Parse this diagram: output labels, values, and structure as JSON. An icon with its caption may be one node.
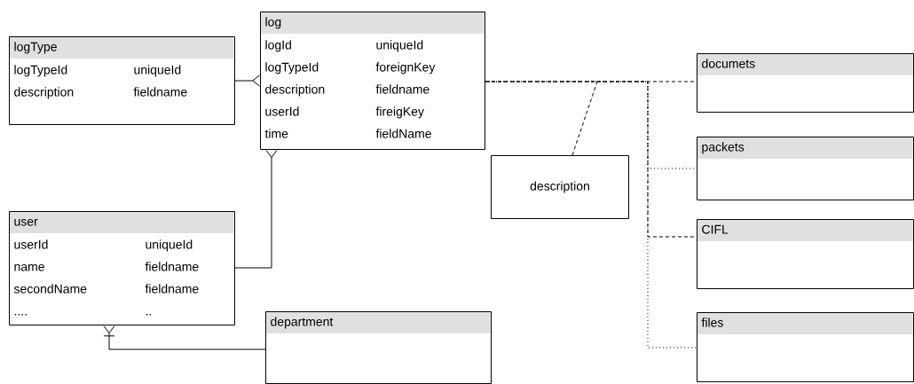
{
  "diagram": {
    "nodes": [
      {
        "text": [
          "logType",
          "logTypeId",
          "uniqueId",
          "description",
          "fieldname"
        ]
      },
      {
        "text": [
          "log",
          "logId",
          "uniqueId",
          "logTypeId",
          "foreignKey",
          "description",
          "fieldname",
          "userId",
          "fireigKey",
          "time",
          "fieldName"
        ]
      },
      {
        "text": [
          "documets"
        ]
      },
      {
        "text": [
          "description"
        ]
      },
      {
        "text": [
          "packets"
        ]
      },
      {
        "text": [
          "user",
          "userId",
          "uniqueId",
          "name",
          "fieldname",
          "secondName",
          "fieldname",
          "....",
          ".."
        ]
      },
      {
        "text": [
          "CIFL"
        ]
      },
      {
        "text": [
          "department"
        ]
      },
      {
        "text": [
          "files"
        ]
      }
    ],
    "edges": [
      {
        "from": 0,
        "to": 1,
        "arrow": "other"
      },
      {
        "from": 5,
        "to": 1,
        "arrow": "other"
      },
      {
        "from": 7,
        "to": 5,
        "arrow": "other"
      },
      {
        "from": 1,
        "to": 2,
        "arrow": "none",
        "style": "dashed"
      },
      {
        "from": 3,
        "to": null,
        "arrow": "none",
        "style": "dashed"
      },
      {
        "from": 1,
        "to": 4,
        "arrow": "none",
        "style": "dashed"
      },
      {
        "from": 1,
        "to": 6,
        "arrow": "none",
        "style": "dashed"
      },
      {
        "from": 1,
        "to": 8,
        "arrow": "none",
        "style": "dashed"
      }
    ]
  }
}
